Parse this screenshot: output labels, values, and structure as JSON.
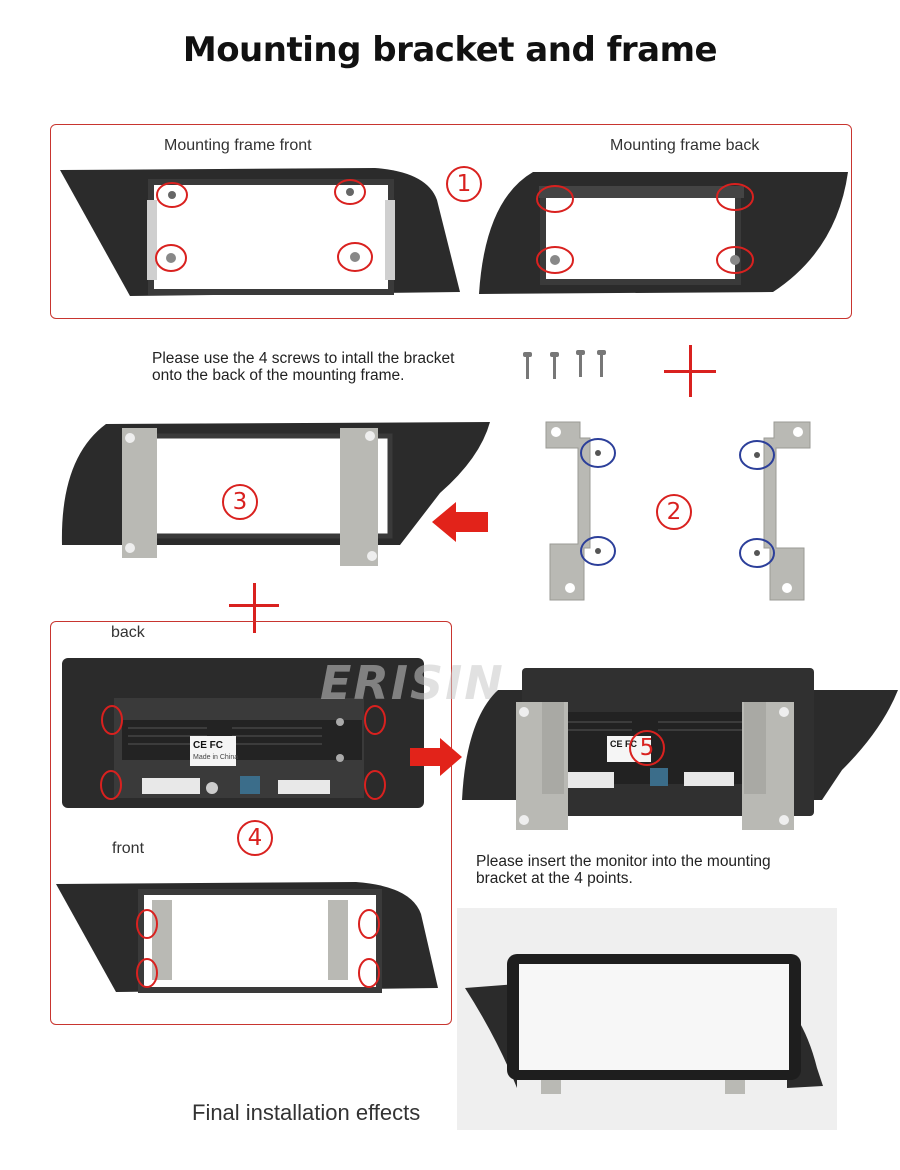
{
  "title": "Mounting bracket and frame",
  "labels": {
    "frame_front": "Mounting frame front",
    "frame_back": "Mounting frame back",
    "back": "back",
    "front": "front"
  },
  "notes": {
    "screws": "Please use the 4 screws to intall the bracket\nonto the back of the mounting frame.",
    "insert": "Please insert the monitor into the mounting\nbracket at the 4 points."
  },
  "steps": [
    "1",
    "2",
    "3",
    "4",
    "5"
  ],
  "ce_marks": [
    "CE FC",
    "Made in China"
  ],
  "watermark": "ERISIN",
  "caption": "Final installation effects",
  "colors": {
    "accent": "#d9211f",
    "frame": "#2b2b2b",
    "bracket": "#b9b9b4",
    "highlight_blue": "#2c3f9a"
  }
}
